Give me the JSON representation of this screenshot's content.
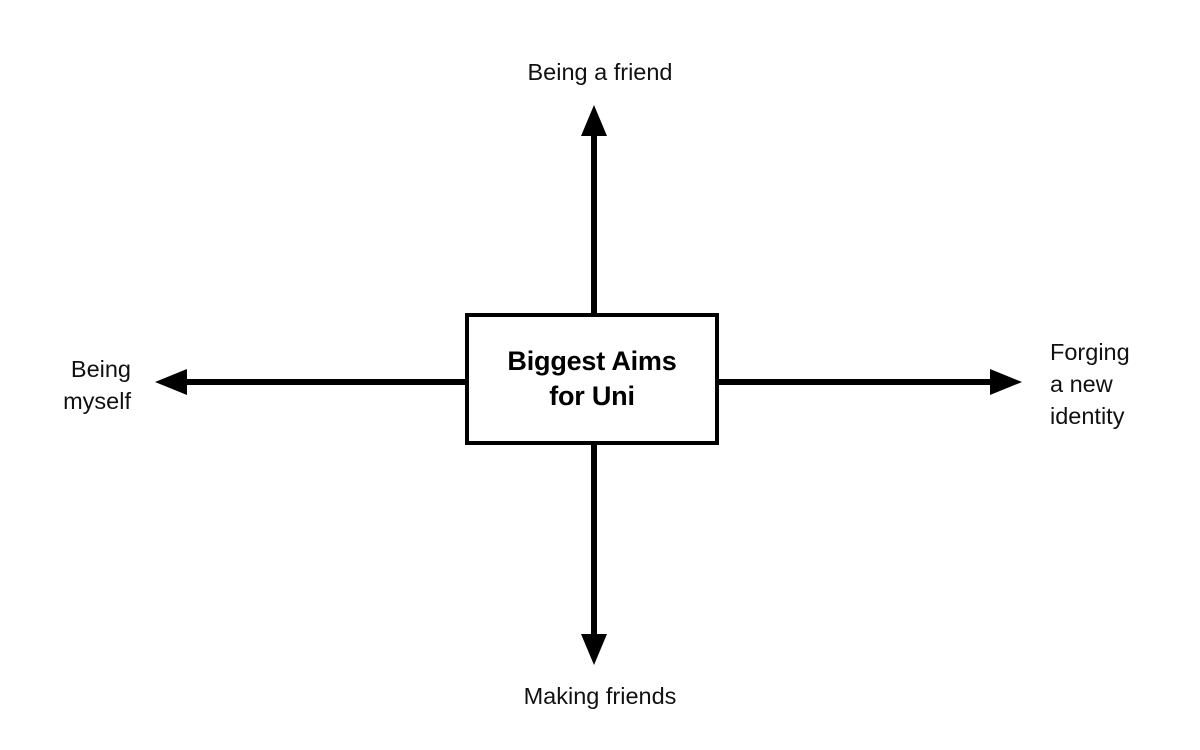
{
  "diagram": {
    "type": "four-direction-arrow-map",
    "background_color": "#ffffff",
    "stroke_color": "#000000",
    "text_color": "#111111",
    "center": {
      "label": "Biggest Aims\nfor Uni",
      "shape": "rectangle",
      "border_color": "#000000",
      "fill_color": "#ffffff"
    },
    "branches": [
      {
        "direction": "up",
        "label": "Being a friend",
        "arrow": "arrow-up-icon"
      },
      {
        "direction": "right",
        "label": "Forging\na new\nidentity",
        "arrow": "arrow-right-icon"
      },
      {
        "direction": "down",
        "label": "Making friends",
        "arrow": "arrow-down-icon"
      },
      {
        "direction": "left",
        "label": "Being\nmyself",
        "arrow": "arrow-left-icon"
      }
    ]
  }
}
